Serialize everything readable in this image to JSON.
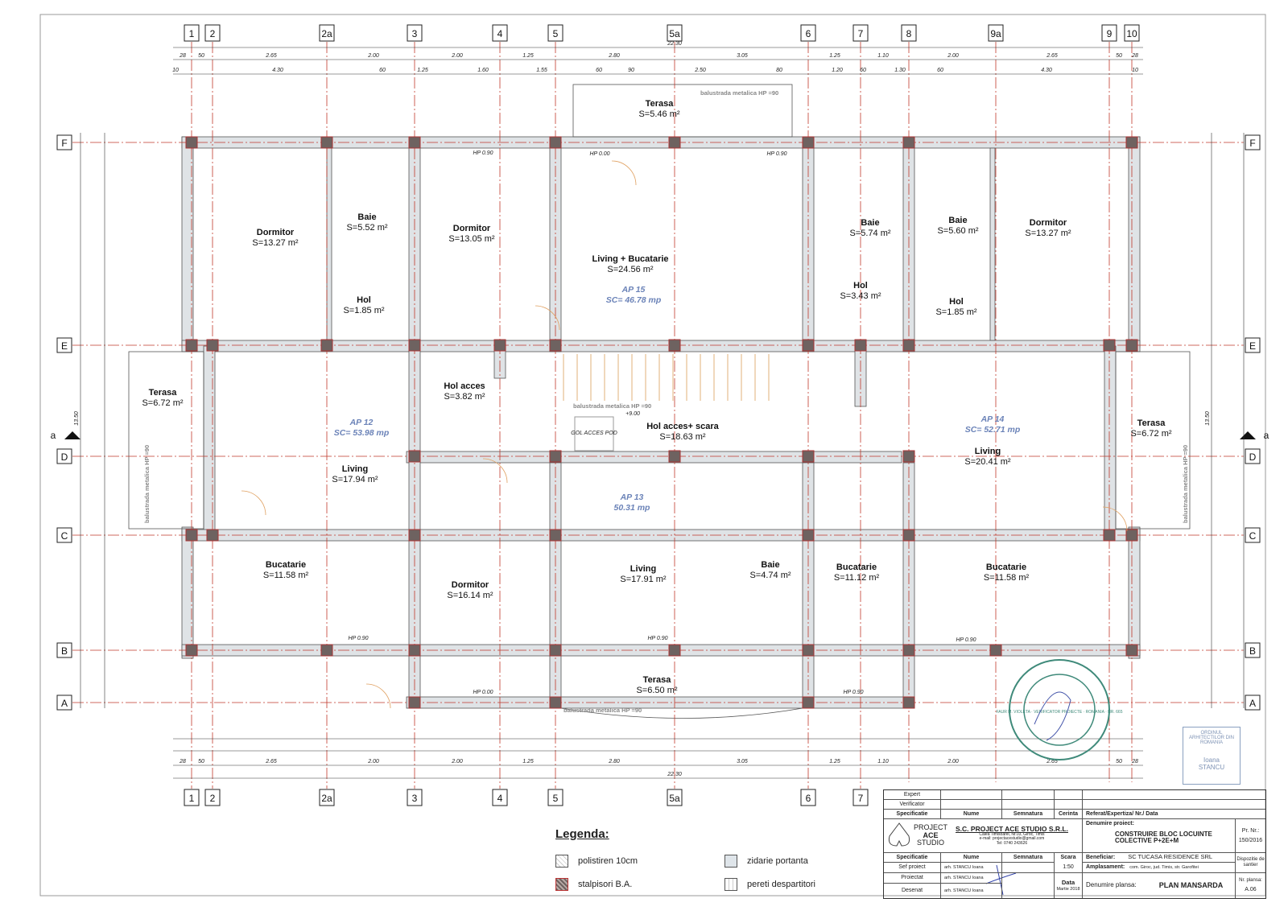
{
  "grid": {
    "columns": [
      "1",
      "2",
      "2a",
      "3",
      "4",
      "5",
      "5a",
      "6",
      "7",
      "8",
      "9a",
      "9",
      "10"
    ],
    "rows": [
      "F",
      "E",
      "D",
      "C",
      "B",
      "A"
    ],
    "section_marker": "a"
  },
  "dimensions": {
    "top_overall": "22.30",
    "top_row": [
      "28",
      "50",
      "2.65",
      "2.00",
      "2.00",
      "1.25",
      "2.80",
      "3.05",
      "1.25",
      "1.10",
      "2.00",
      "2.65",
      "50",
      "28"
    ],
    "top_openings": [
      "10",
      "4.30",
      "60",
      "1.25",
      "1.60",
      "1.55",
      "60",
      "90",
      "2.50",
      "80",
      "1.20",
      "60",
      "1.30",
      "60",
      "4.30",
      "10"
    ],
    "bottom_row": [
      "28",
      "50",
      "2.65",
      "2.00",
      "2.00",
      "1.25",
      "2.80",
      "3.05",
      "1.25",
      "1.10",
      "2.00",
      "2.65",
      "50",
      "28"
    ],
    "bottom_overall": "22.30",
    "left_overall": "13.50",
    "right_overall": "13.50"
  },
  "rooms": [
    {
      "name": "Terasa",
      "area": "S=5.46 m²"
    },
    {
      "name": "Dormitor",
      "area": "S=13.27 m²"
    },
    {
      "name": "Baie",
      "area": "S=5.52 m²"
    },
    {
      "name": "Dormitor",
      "area": "S=13.05 m²"
    },
    {
      "name": "Living + Bucatarie",
      "area": "S=24.56 m²"
    },
    {
      "name": "Hol",
      "area": "S=1.85 m²"
    },
    {
      "name": "Baie",
      "area": "S=5.74 m²"
    },
    {
      "name": "Hol",
      "area": "S=3.43 m²"
    },
    {
      "name": "Baie",
      "area": "S=5.60 m²"
    },
    {
      "name": "Hol",
      "area": "S=1.85 m²"
    },
    {
      "name": "Dormitor",
      "area": "S=13.27 m²"
    },
    {
      "name": "Terasa",
      "area": "S=6.72 m²"
    },
    {
      "name": "Hol acces",
      "area": "S=3.82 m²"
    },
    {
      "name": "Hol acces+ scara",
      "area": "S=18.63 m²"
    },
    {
      "name": "Terasa",
      "area": "S=6.72 m²"
    },
    {
      "name": "Living",
      "area": "S=17.94 m²"
    },
    {
      "name": "Living",
      "area": "S=20.41 m²"
    },
    {
      "name": "Bucatarie",
      "area": "S=11.58 m²"
    },
    {
      "name": "Dormitor",
      "area": "S=16.14 m²"
    },
    {
      "name": "Living",
      "area": "S=17.91 m²"
    },
    {
      "name": "Baie",
      "area": "S=4.74 m²"
    },
    {
      "name": "Bucatarie",
      "area": "S=11.12 m²"
    },
    {
      "name": "Bucatarie",
      "area": "S=11.58 m²"
    },
    {
      "name": "Terasa",
      "area": "S=6.50 m²"
    }
  ],
  "apartments": [
    {
      "name": "AP 15",
      "area": "SC= 46.78 mp"
    },
    {
      "name": "AP 12",
      "area": "SC= 53.98 mp"
    },
    {
      "name": "AP 14",
      "area": "SC= 52.71 mp"
    },
    {
      "name": "AP 13",
      "area": "50.31 mp"
    }
  ],
  "annotations": {
    "railing_top": "balustrada metalica HP =90",
    "railing_stair": "balustrada metalica HP =90",
    "railing_bottom": "balustrada metalica HP =90",
    "railing_left": "balustrada metalica HP =90",
    "railing_right": "balustrada metalica HP =90",
    "attic_access": "GOL ACCES POD",
    "level": "+9.00",
    "hp_labels": [
      "HP 0.90",
      "HP 0.00",
      "HP 0.90",
      "HP 0.90",
      "HP 0.90",
      "HP 0.00",
      "HP 0.90",
      "HP 0.90"
    ]
  },
  "legend": {
    "title": "Legenda:",
    "items": [
      {
        "label": "polistiren 10cm",
        "color": "#f2f2f2"
      },
      {
        "label": "zidarie portanta",
        "color": "#dfe5ea"
      },
      {
        "label": "stalpisori B.A.",
        "color": "#6e6260"
      },
      {
        "label": "pereti despartitori",
        "color": "#f7f7f7"
      }
    ]
  },
  "title_block": {
    "expert": "Expert",
    "verificator": "Verificator",
    "spec": "Specificatie",
    "nume": "Nume",
    "semnatura": "Semnatura",
    "cerinta": "Cerinta",
    "referat": "Referat/Expertiza/ Nr./ Data",
    "logo_line1": "PROJECT",
    "logo_line2": "ACE",
    "logo_line3": "STUDIO",
    "company": "S.C. PROJECT ACE STUDIO S.R.L.",
    "company_address": "Calea Timisoarei, Nr.03, Giroc, Timis",
    "company_email": "e-mail: projectacestudio@gmail.com",
    "company_tel": "Tel: 0740 243626",
    "project_label": "Denumire proiect:",
    "project_name_1": "CONSTRUIRE BLOC LOCUINTE",
    "project_name_2": "COLECTIVE P+2E+M",
    "pr_nr_label": "Pr. Nr.:",
    "pr_nr": "150/2016",
    "scara_label": "Scara",
    "scara": "1:50",
    "beneficiar_label": "Beneficiar:",
    "beneficiar": "SC TUCASA RESIDENCE SRL",
    "amplasament_label": "Amplasament:",
    "amplasament": "com. Giroc, jud. Timis, str. Garofitei",
    "faza": "Dispozitie de santier",
    "sef_label": "Sef proiect",
    "sef": "arh. STANCU Ioana",
    "proiectat_label": "Proiectat",
    "proiectat": "arh. STANCU Ioana",
    "desenat_label": "Desenat",
    "desenat": "arh. STANCU Ioana",
    "data_label": "Data",
    "data": "Martie 2018",
    "plansa_label": "Denumire plansa:",
    "plansa": "PLAN MANSARDA",
    "nr_plansa_label": "Nr. plansa:",
    "nr_plansa": "A.06"
  },
  "stamps": {
    "verifier": "FAUR M. VIOLETA · VERIFICATOR PROIECTE · ROMANIA · NR. 665",
    "architect_box_1": "ORDINUL ARHITECTILOR DIN ROMANIA",
    "architect_box_2": "Ioana",
    "architect_box_3": "STANCU"
  },
  "colors": {
    "grid_axis": "#c0392b",
    "wall": "#dfe3e6",
    "column": "#6e6260",
    "apartment_label": "#6b83b8"
  }
}
